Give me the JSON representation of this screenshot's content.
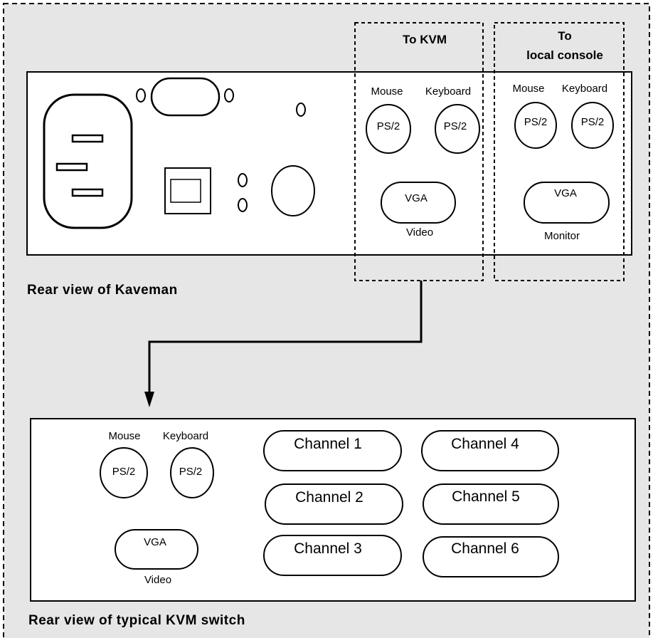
{
  "colors": {
    "background": "#e6e6e6",
    "panel": "#ffffff",
    "line": "#000000"
  },
  "kaveman": {
    "caption": "Rear view of Kaveman",
    "to_kvm": {
      "header": "To KVM",
      "mouse_label": "Mouse",
      "keyboard_label": "Keyboard",
      "mouse_port": "PS/2",
      "keyboard_port": "PS/2",
      "vga_port": "VGA",
      "vga_caption": "Video"
    },
    "local_console": {
      "header_line1": "To",
      "header_line2": "local console",
      "mouse_label": "Mouse",
      "keyboard_label": "Keyboard",
      "mouse_port": "PS/2",
      "keyboard_port": "PS/2",
      "vga_port": "VGA",
      "vga_caption": "Monitor"
    }
  },
  "kvm_switch": {
    "caption": "Rear view of typical KVM switch",
    "mouse_label": "Mouse",
    "keyboard_label": "Keyboard",
    "mouse_port": "PS/2",
    "keyboard_port": "PS/2",
    "vga_port": "VGA",
    "vga_caption": "Video",
    "channels": [
      "Channel 1",
      "Channel 2",
      "Channel 3",
      "Channel 4",
      "Channel 5",
      "Channel 6"
    ]
  },
  "icons": [
    "power-inlet-icon",
    "serial-port-icon",
    "usb-port-icon",
    "led-icon",
    "round-connector-icon",
    "screw-hole-icon",
    "arrow-down-icon"
  ]
}
